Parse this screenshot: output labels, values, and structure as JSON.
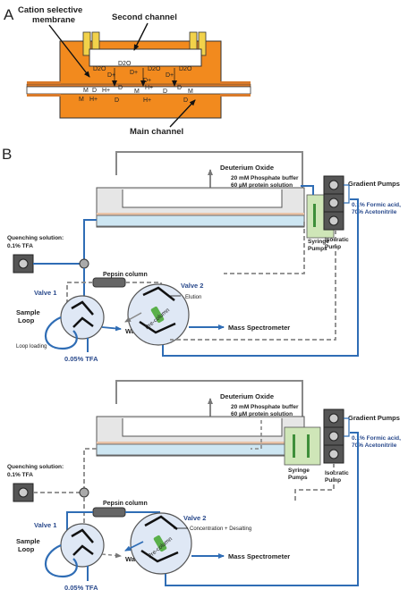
{
  "panel_a": {
    "letter": "A",
    "labels": {
      "membrane_line1": "Cation selective",
      "membrane_line2": "membrane",
      "second_channel": "Second channel",
      "main_channel": "Main channel"
    },
    "species": {
      "d2o": "D2O",
      "d_plus": "D+",
      "h_plus": "H+",
      "d": "D",
      "m": "M"
    }
  },
  "panel_b": {
    "letter": "B",
    "schematics": [
      {
        "deuterium_oxide": "Deuterium Oxide",
        "buffer_line1": "20 mM Phosphate buffer",
        "buffer_line2": "60 µM protein solution",
        "gradient_pumps": "Gradient Pumps",
        "solvent_line1": "0.1% Formic acid,",
        "solvent_line2": "70% Acetonitrile",
        "syringe_pumps_line1": "Syringe",
        "syringe_pumps_line2": "Pumps",
        "isocratic_line1": "Isocratic",
        "isocratic_line2": "Pump",
        "quench_line1": "Quenching solution:",
        "quench_line2": "0.1% TFA",
        "pepsin_column": "Pepsin column",
        "valve1": "Valve 1",
        "valve2": "Valve 2",
        "sample_line1": "Sample",
        "sample_line2": "Loop",
        "waste": "Waste",
        "mass_spec": "Mass Spectrometer",
        "tfa": "0.05% TFA",
        "precolumn": "Pre-column",
        "note_v1": "Loop loading",
        "note_v2": "Elution"
      },
      {
        "deuterium_oxide": "Deuterium Oxide",
        "buffer_line1": "20 mM Phosphate buffer",
        "buffer_line2": "60 µM protein solution",
        "gradient_pumps": "Gradient Pumps",
        "solvent_line1": "0.1% Formic acid,",
        "solvent_line2": "70% Acetonitrile",
        "syringe_pumps_line1": "Syringe",
        "syringe_pumps_line2": "Pumps",
        "isocratic_line1": "Isocratic",
        "isocratic_line2": "Pump",
        "quench_line1": "Quenching solution:",
        "quench_line2": "0.1% TFA",
        "pepsin_column": "Pepsin column",
        "valve1": "Valve 1",
        "valve2": "Valve 2",
        "sample_line1": "Sample",
        "sample_line2": "Loop",
        "waste": "Waste",
        "mass_spec": "Mass Spectrometer",
        "tfa": "0.05% TFA",
        "precolumn": "Pre-column",
        "note_v1": "",
        "note_v2": "Concentration + Desalting"
      }
    ]
  },
  "colors": {
    "chip_orange": "#f28a1e",
    "gold": "#f2d24a",
    "tube_blue": "#2f6db5",
    "channel_blue": "#cde6f2",
    "dashed_gray": "#8c8c8c",
    "pump_gray": "#555555",
    "syringe_green": "#cfe6b8"
  }
}
